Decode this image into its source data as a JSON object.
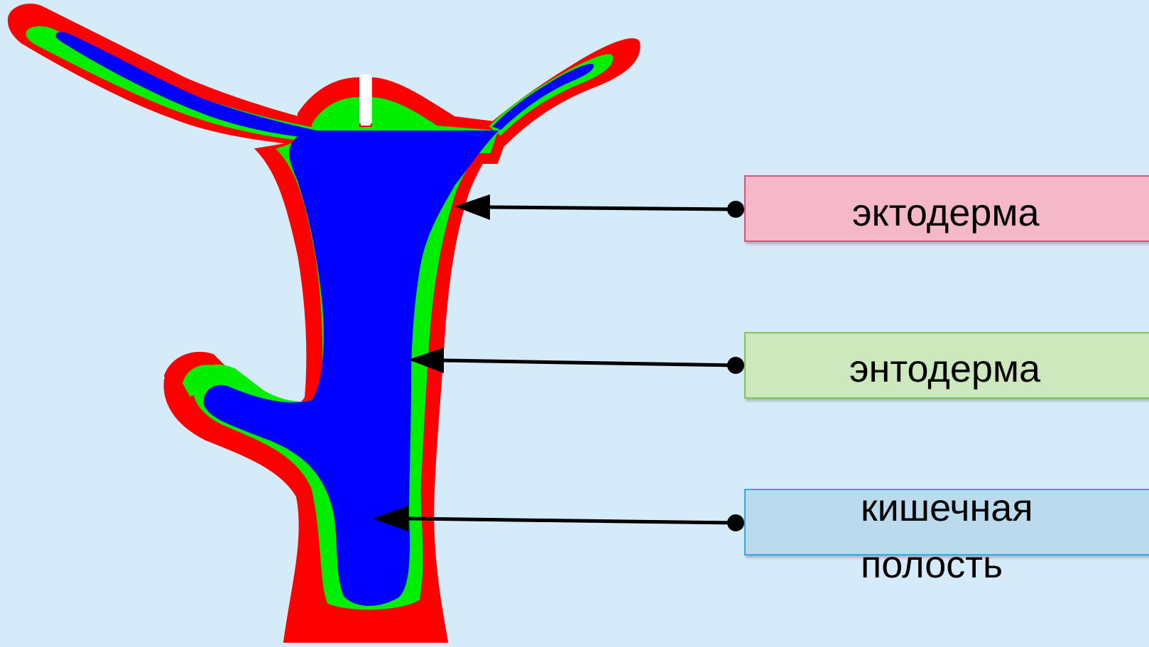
{
  "labels": {
    "ectoderm": {
      "text": "эктодерма",
      "color": "#f4b8c8"
    },
    "endoderm": {
      "text": "энтодерма",
      "color": "#cde8bd"
    },
    "cavity": {
      "text": "кишечная\nполость",
      "color": "#bbdaee"
    }
  },
  "layer_colors": {
    "ectoderm": "#ff0000",
    "endoderm": "#00ee00",
    "cavity": "#0000ff"
  },
  "background": "#d6ebfa"
}
